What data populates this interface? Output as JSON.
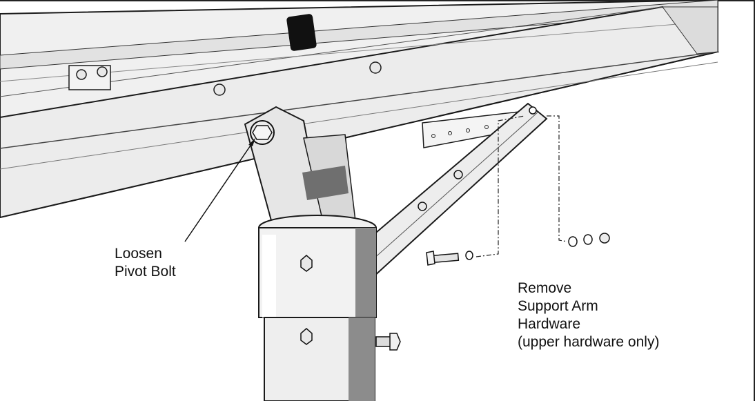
{
  "callouts": {
    "pivot": {
      "lines": [
        "Loosen",
        "Pivot Bolt"
      ]
    },
    "support_arm": {
      "lines": [
        "Remove",
        "Support Arm",
        "Hardware",
        "(upper hardware only)"
      ]
    }
  },
  "colors": {
    "outline": "#1a1a1a",
    "panel_fill": "#eeeeee",
    "metal_fill": "#e6e6e6",
    "shadow": "#6f6f6f",
    "cap": "#111111"
  }
}
